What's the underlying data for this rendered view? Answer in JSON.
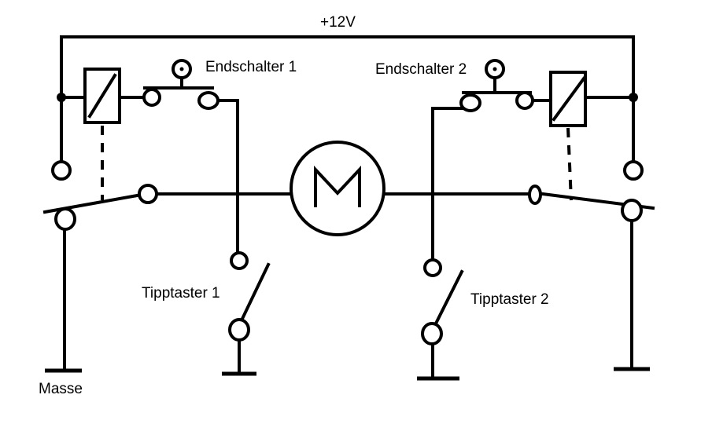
{
  "labels": {
    "supply": "+12V",
    "limit_switch_1": "Endschalter 1",
    "limit_switch_2": "Endschalter 2",
    "push_button_1": "Tipptaster 1",
    "push_button_2": "Tipptaster 2",
    "ground": "Masse",
    "motor": "M"
  }
}
